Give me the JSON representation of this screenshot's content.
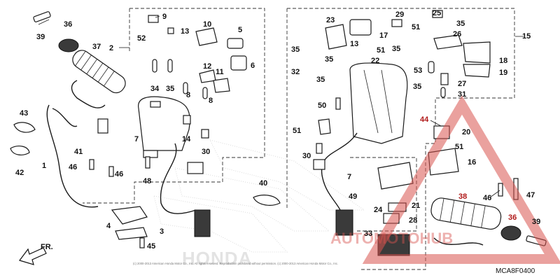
{
  "diagram": {
    "code": "MCA8F0400",
    "direction_label": "FR.",
    "copyright": "(c) 2000-2013 American Honda Motor Co., Inc. All rights reserved. Reproduction prohibited without permission. (c) 2000-2013 American Honda Motor Co., Inc.",
    "watermark": "AUTOMOTOHUB",
    "callouts": {
      "n1": "1",
      "n2": "2",
      "n3": "3",
      "n4": "4",
      "n5": "5",
      "n6": "6",
      "n7a": "7",
      "n7b": "7",
      "n8a": "8",
      "n8b": "8",
      "n9": "9",
      "n10": "10",
      "n11": "11",
      "n12": "12",
      "n13a": "13",
      "n13b": "13",
      "n14": "14",
      "n15": "15",
      "n16": "16",
      "n17": "17",
      "n18": "18",
      "n19": "19",
      "n20": "20",
      "n21": "21",
      "n22": "22",
      "n23": "23",
      "n24": "24",
      "n25": "25",
      "n26": "26",
      "n27": "27",
      "n28": "28",
      "n29": "29",
      "n30a": "30",
      "n30b": "30",
      "n31": "31",
      "n32": "32",
      "n33": "33",
      "n34": "34",
      "n35a": "35",
      "n35b": "35",
      "n35c": "35",
      "n35d": "35",
      "n35e": "35",
      "n35f": "35",
      "n35g": "35",
      "n36a": "36",
      "n36b": "36",
      "n37": "37",
      "n38": "38",
      "n39a": "39",
      "n39b": "39",
      "n40": "40",
      "n41": "41",
      "n42": "42",
      "n43": "43",
      "n44": "44",
      "n45": "45",
      "n46a": "46",
      "n46b": "46",
      "n46c": "46",
      "n47": "47",
      "n48": "48",
      "n49": "49",
      "n50": "50",
      "n51a": "51",
      "n51b": "51",
      "n51c": "51",
      "n51d": "51",
      "n52": "52",
      "n53": "53"
    }
  },
  "colors": {
    "watermark_red": "#d9534f",
    "watermark_gray": "#c8c8c8",
    "line": "#1a1a1a"
  }
}
